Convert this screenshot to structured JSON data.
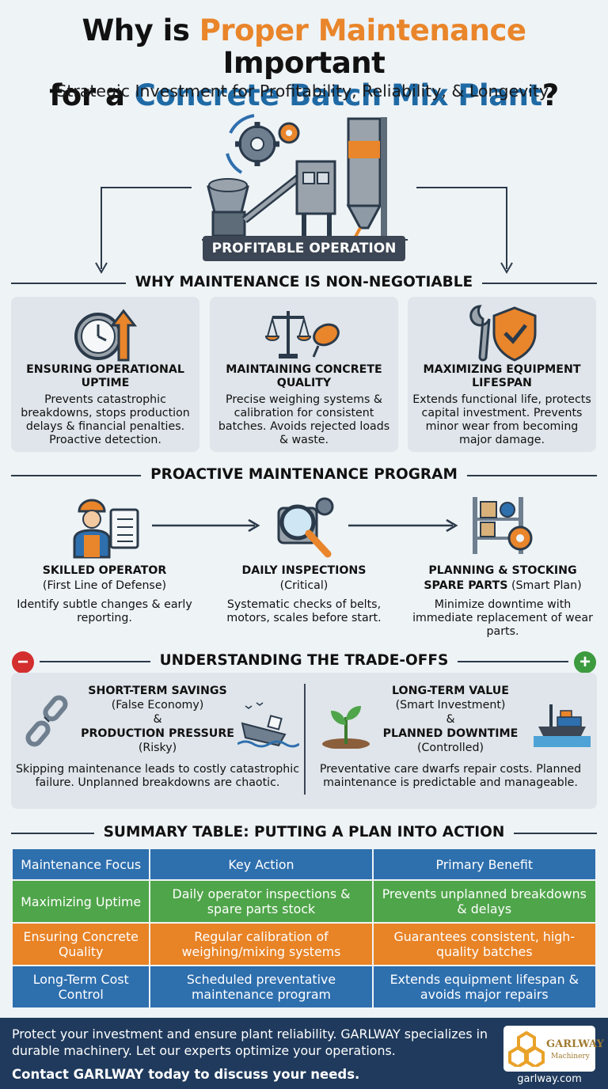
{
  "header": {
    "title_part1": "Why is ",
    "title_part2": "Proper Maintenance",
    "title_part3": " Important",
    "title_part4": "for a ",
    "title_part5": "Concrete Batch Mix Plant",
    "title_part6": "?",
    "subtitle": "Strategic Investment for Profitability, Reliability, & Longevity.",
    "hero_label": "PROFITABLE OPERATION"
  },
  "section1": {
    "heading": "WHY MAINTENANCE IS NON-NEGOTIABLE",
    "cards": [
      {
        "icon": "clock-arrow-icon",
        "title": "ENSURING OPERATIONAL UPTIME",
        "body": "Prevents catastrophic breakdowns, stops production delays & financial penalties. Proactive detection."
      },
      {
        "icon": "scale-mixer-icon",
        "title": "MAINTAINING CONCRETE QUALITY",
        "body": "Precise weighing systems & calibration for consistent batches. Avoids rejected loads & waste."
      },
      {
        "icon": "wrench-shield-icon",
        "title": "MAXIMIZING EQUIPMENT LIFESPAN",
        "body": "Extends functional life, protects capital investment. Prevents minor wear from becoming major damage."
      }
    ]
  },
  "section2": {
    "heading": "PROACTIVE MAINTENANCE PROGRAM",
    "steps": [
      {
        "icon": "operator-checklist-icon",
        "title": "SKILLED OPERATOR",
        "subtitle": "(First Line of Defense)",
        "body": "Identify subtle changes & early reporting."
      },
      {
        "icon": "magnifier-gear-icon",
        "title": "DAILY INSPECTIONS",
        "subtitle": "(Critical)",
        "body": "Systematic checks of belts, motors, scales before start."
      },
      {
        "icon": "parts-shelf-icon",
        "title": "PLANNING & STOCKING SPARE PARTS",
        "subtitle": "(Smart Plan)",
        "body": "Minimize downtime with immediate replacement of wear parts."
      }
    ]
  },
  "section3": {
    "heading": "UNDERSTANDING THE TRADE-OFFS",
    "minus": "−",
    "plus": "+",
    "left": {
      "l1": "SHORT-TERM SAVINGS",
      "l2": "(False Economy)",
      "l3": "&",
      "l4": "PRODUCTION PRESSURE",
      "l5": "(Risky)",
      "body": "Skipping maintenance leads to costly catastrophic failure. Unplanned breakdowns are chaotic."
    },
    "right": {
      "l1": "LONG-TERM VALUE",
      "l2": "(Smart Investment)",
      "l3": "&",
      "l4": "PLANNED DOWNTIME",
      "l5": "(Controlled)",
      "body": "Preventative care dwarfs repair costs. Planned maintenance is predictable and manageable."
    }
  },
  "section4": {
    "heading": "SUMMARY TABLE: PUTTING A PLAN INTO ACTION",
    "columns": [
      "Maintenance Focus",
      "Key Action",
      "Primary Benefit"
    ],
    "rows": [
      [
        "Maximizing Uptime",
        "Daily operator inspections & spare parts stock",
        "Prevents unplanned breakdowns & delays"
      ],
      [
        "Ensuring Concrete Quality",
        "Regular calibration of weighing/mixing systems",
        "Guarantees consistent, high-quality batches"
      ],
      [
        "Long-Term Cost Control",
        "Scheduled preventative maintenance program",
        "Extends equipment lifespan & avoids major repairs"
      ]
    ]
  },
  "footer": {
    "text": "Protect your investment and ensure plant reliability. GARLWAY specializes in durable machinery. Let our experts optimize your operations.",
    "cta": "Contact GARLWAY today to discuss your needs.",
    "logo_name": "GARLWAY",
    "logo_sub": "Machinery",
    "url": "garlway.com"
  },
  "colors": {
    "orange": "#e9852a",
    "blue": "#1f6aa5",
    "green": "#4fa54a",
    "navy": "#1f3a5c"
  }
}
